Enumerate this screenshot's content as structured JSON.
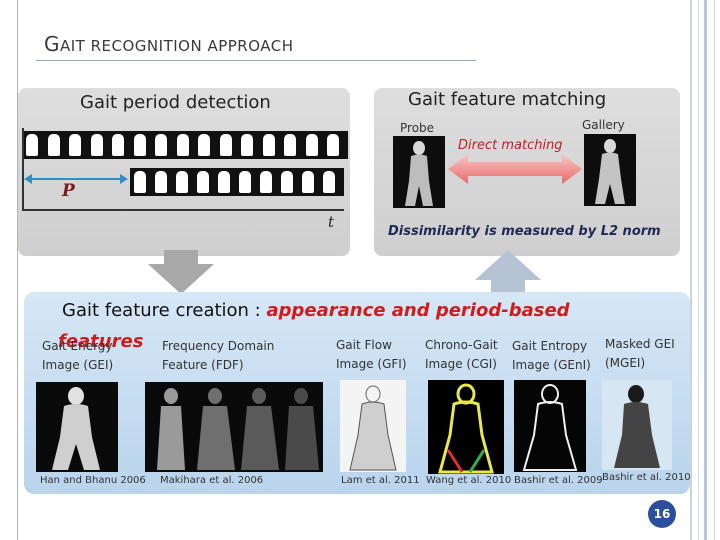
{
  "slide": {
    "title_first": "G",
    "title_rest": "AIT RECOGNITION APPROACH",
    "page_number": "16"
  },
  "period_detection": {
    "title": "Gait period detection",
    "period_symbol": "P",
    "time_symbol": "t"
  },
  "feature_matching": {
    "title": "Gait feature matching",
    "probe_label": "Probe",
    "gallery_label": "Gallery",
    "direct_label": "Direct matching",
    "dissimilarity": "Dissimilarity is measured by L2 norm"
  },
  "feature_creation": {
    "title_prefix": "Gait feature creation : ",
    "title_highlight": "appearance and period-based",
    "title_highlight_2": "features",
    "features": [
      {
        "line1": "Gait Energy",
        "line2": "Image (GEI)",
        "citation": "Han and Bhanu 2006"
      },
      {
        "line1": "Frequency Domain",
        "line2": "Feature (FDF)",
        "citation": "Makihara et al. 2006"
      },
      {
        "line1": "Gait Flow",
        "line2": "Image (GFI)",
        "citation": "Lam et al. 2011"
      },
      {
        "line1": "Chrono-Gait",
        "line2": "Image (CGI)",
        "citation": "Wang et al. 2010"
      },
      {
        "line1": "Gait Entropy",
        "line2": "Image (GEnI)",
        "citation": "Bashir et al. 2009"
      },
      {
        "line1": "Masked GEI",
        "line2": "(MGEI)",
        "citation": "Bashir et al. 2010"
      }
    ]
  },
  "colors": {
    "highlight": "#d21a1a",
    "page_badge": "#2a4f9c",
    "feature_panel": "#c8ddf1"
  }
}
